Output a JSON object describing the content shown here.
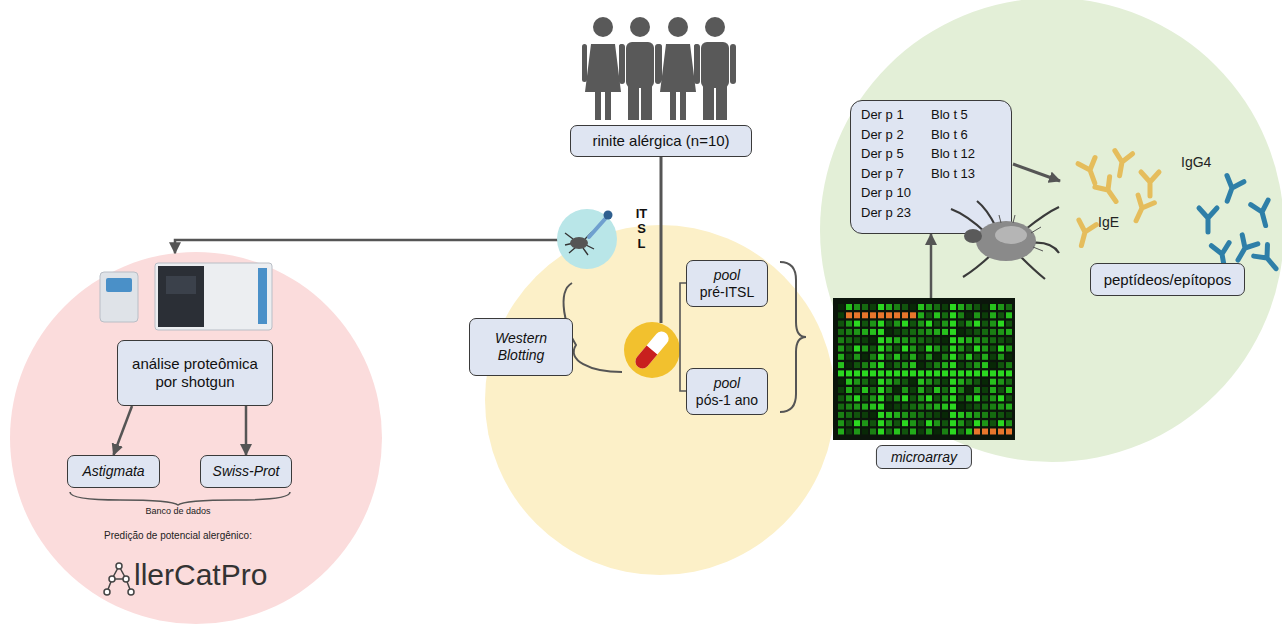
{
  "diagram": {
    "nodes": [
      {
        "text": [
          "rinite alérgica (n=10)"
        ]
      },
      {
        "text": [
          "ITSL"
        ]
      },
      {
        "text": [
          "Banco de dados",
          "Predição de potencial alergênico:",
          "llerCatPro"
        ]
      },
      {
        "text": [
          "análise proteômica por shotgun"
        ],
        "in": 2
      },
      {
        "text": [
          "Astigmata"
        ],
        "in": 2
      },
      {
        "text": [
          "Swiss-Prot"
        ],
        "in": 2
      },
      {
        "text": [
          "Western Blotting"
        ]
      },
      {
        "text": [
          "pool",
          "pré-ITSL"
        ]
      },
      {
        "text": [
          "pool",
          "pós-1 ano"
        ]
      },
      {
        "text": [
          "microarray"
        ]
      },
      {
        "text": [
          "Der p 1",
          "Der p 2",
          "Der p 5",
          "Der p 7",
          "Der p 10",
          "Der p 23",
          "Blo t 5",
          "Blo t 6",
          "Blo t 12",
          "Blo t 13"
        ]
      },
      {
        "text": [
          "peptídeos/epítopos"
        ]
      }
    ],
    "edges": [
      {
        "from": 1,
        "to": 2,
        "arrow": "to"
      },
      {
        "from": 3,
        "to": 4,
        "arrow": "to"
      },
      {
        "from": 3,
        "to": 5,
        "arrow": "to"
      },
      {
        "from": 9,
        "to": 10,
        "arrow": "to"
      }
    ],
    "labels": [
      "IgE",
      "IgG4"
    ]
  }
}
